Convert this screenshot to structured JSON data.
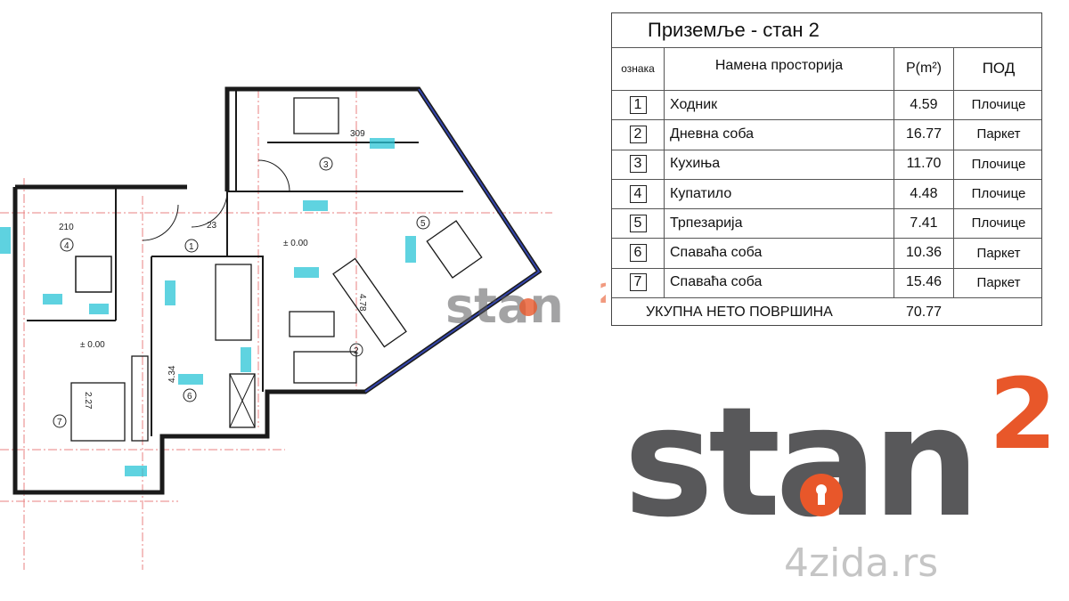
{
  "table": {
    "title": "Приземље - стан 2",
    "headers": {
      "mark": "ознака",
      "purpose": "Намена просторија",
      "area": "P(m²)",
      "floor": "ПОД"
    },
    "rows": [
      {
        "mark": "1",
        "name": "Ходник",
        "area": "4.59",
        "floor": "Плочице"
      },
      {
        "mark": "2",
        "name": "Дневна соба",
        "area": "16.77",
        "floor": "Паркет"
      },
      {
        "mark": "3",
        "name": "Кухиња",
        "area": "11.70",
        "floor": "Плочице"
      },
      {
        "mark": "4",
        "name": "Купатило",
        "area": "4.48",
        "floor": "Плочице"
      },
      {
        "mark": "5",
        "name": "Трпезарија",
        "area": "7.41",
        "floor": "Плочице"
      },
      {
        "mark": "6",
        "name": "Спаваћа соба",
        "area": "10.36",
        "floor": "Паркет"
      },
      {
        "mark": "7",
        "name": "Спаваћа соба",
        "area": "15.46",
        "floor": "Паркет"
      }
    ],
    "total_label": "УКУПНА НЕТО ПОВРШИНА",
    "total_value": "70.77"
  },
  "plan": {
    "room_numbers": [
      "1",
      "2",
      "3",
      "4",
      "5",
      "6",
      "7"
    ],
    "dimensions": [
      "309",
      "210",
      "23",
      "4.78",
      "4.34",
      "2.27"
    ],
    "levels": [
      "± 0.00",
      "± 0.00"
    ]
  },
  "logo": {
    "text": "stan",
    "superscript": "2",
    "watermark": "4zida.rs"
  },
  "colors": {
    "logo_gray": "#58585a",
    "logo_orange": "#e8572a",
    "wall": "#1a1a1a",
    "axis": "#e88080",
    "cyan": "#29c4d6"
  }
}
